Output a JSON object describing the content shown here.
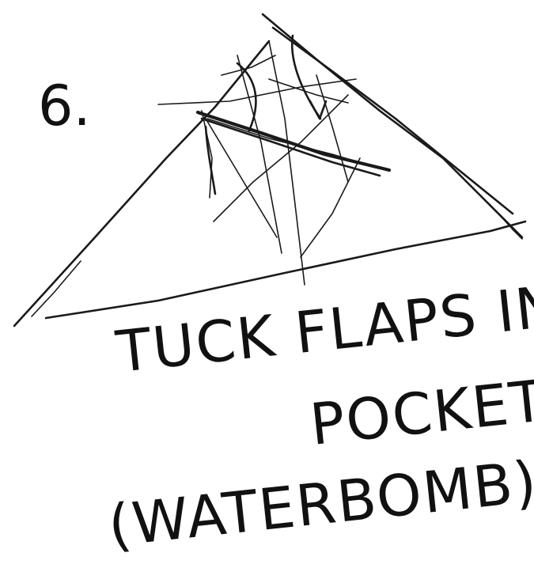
{
  "step_number": "6.",
  "caption": {
    "line1": "TUCK FLAPS INTO",
    "line2": "POCKETS",
    "line3": "(WATERBOMB)"
  },
  "colors": {
    "ink": "#1a1a1a",
    "paper": "#ffffff"
  }
}
